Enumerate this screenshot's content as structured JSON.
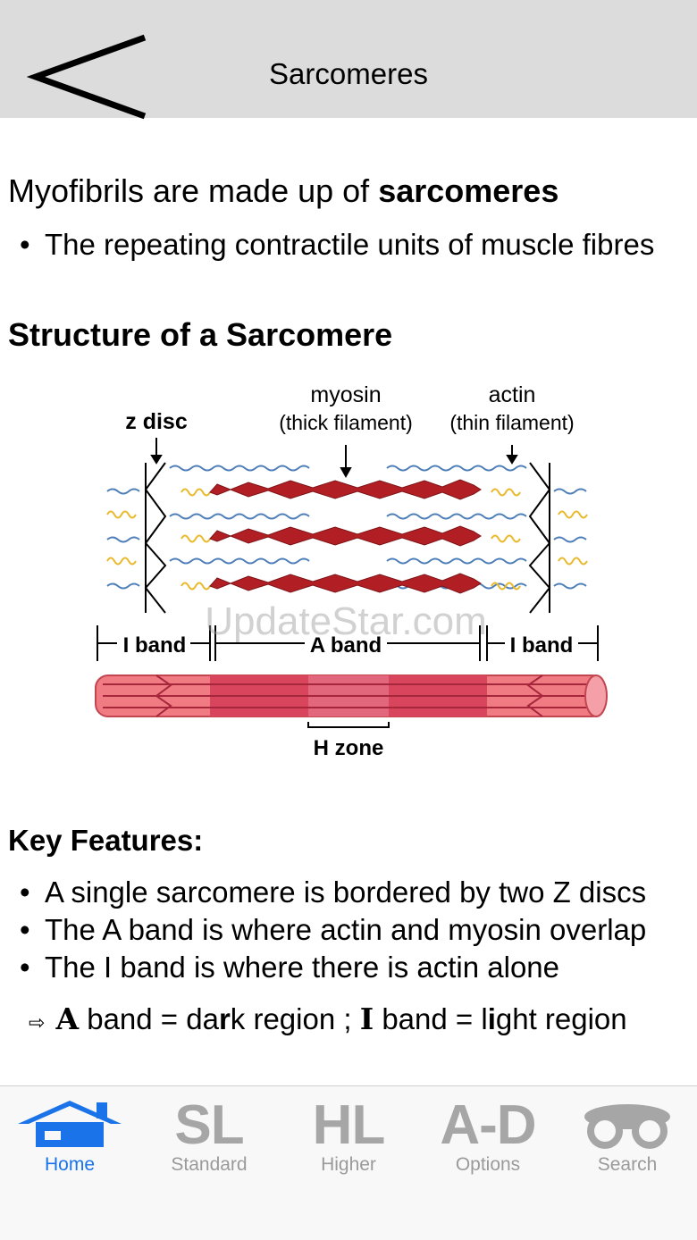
{
  "header": {
    "title": "Sarcomeres"
  },
  "intro": {
    "text_before": "Myofibrils are made up of ",
    "bold": "sarcomeres"
  },
  "intro_bullet": "The repeating contractile units of muscle fibres",
  "structure_heading": "Structure of a Sarcomere",
  "diagram": {
    "myosin": "myosin",
    "myosin_sub": "(thick filament)",
    "actin": "actin",
    "actin_sub": "(thin filament)",
    "zdisc": "z disc",
    "iband": "I band",
    "aband": "A band",
    "hzone": "H zone",
    "watermark": "UpdateStar.com",
    "colors": {
      "myosin": "#b11f24",
      "actin": "#4f7fb8",
      "link": "#e8b92a",
      "fiber": "#f07b83"
    }
  },
  "key_heading": "Key Features:",
  "features": [
    "A single sarcomere is bordered by two Z discs",
    "The A band is where actin and myosin overlap",
    "The I band is where there is actin alone"
  ],
  "note": {
    "arrow": "⇨",
    "a_letter": "A",
    "a_text": " band = da",
    "a_bold": "r",
    "a_rest": "k region ; ",
    "i_letter": "I",
    "i_text": " band = l",
    "i_bold": "i",
    "i_rest": "ght region"
  },
  "tabs": [
    {
      "label": "Home",
      "icon": "house-icon",
      "active": true
    },
    {
      "label": "Standard",
      "glyph": "SL",
      "icon": "sl-icon"
    },
    {
      "label": "Higher",
      "glyph": "HL",
      "icon": "hl-icon"
    },
    {
      "label": "Options",
      "glyph": "A-D",
      "icon": "a-d-icon"
    },
    {
      "label": "Search",
      "icon": "binoculars-icon"
    }
  ]
}
